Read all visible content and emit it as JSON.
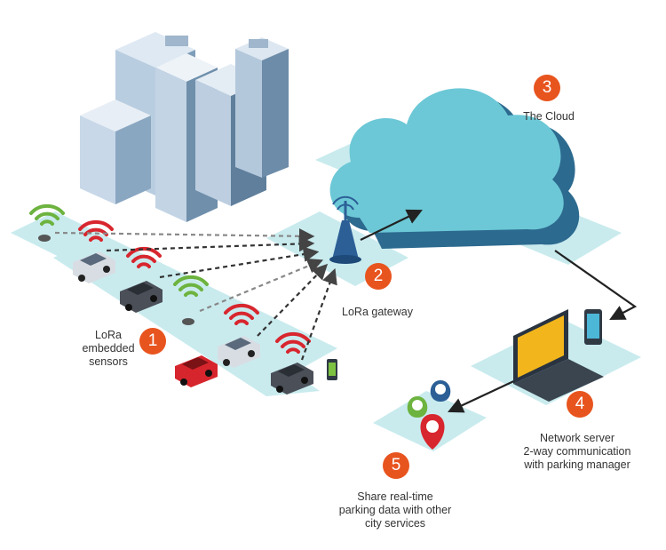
{
  "steps": [
    {
      "number": "1",
      "label": [
        "LoRa",
        "embedded",
        "sensors"
      ]
    },
    {
      "number": "2",
      "label": [
        "LoRa gateway"
      ]
    },
    {
      "number": "3",
      "label": [
        "The Cloud"
      ]
    },
    {
      "number": "4",
      "label": [
        "Network server",
        "2-way communication",
        "with parking manager"
      ]
    },
    {
      "number": "5",
      "label": [
        "Share real-time",
        "parking data with other",
        "city services"
      ]
    }
  ],
  "colors": {
    "step_badge": "#e8541e",
    "ground_platform": "#bfe6ea",
    "cloud_light": "#6cc8d6",
    "cloud_dark": "#2d6a8f",
    "signal_red": "#d8262e",
    "signal_green": "#6db33f",
    "gateway_tower": "#2b5f96",
    "arrow": "#333333"
  },
  "icons": [
    "building-icon",
    "car-icon",
    "sensor-icon",
    "wifi-signal-icon",
    "antenna-tower-icon",
    "cloud-icon",
    "laptop-icon",
    "phone-icon",
    "location-pin-icon"
  ]
}
